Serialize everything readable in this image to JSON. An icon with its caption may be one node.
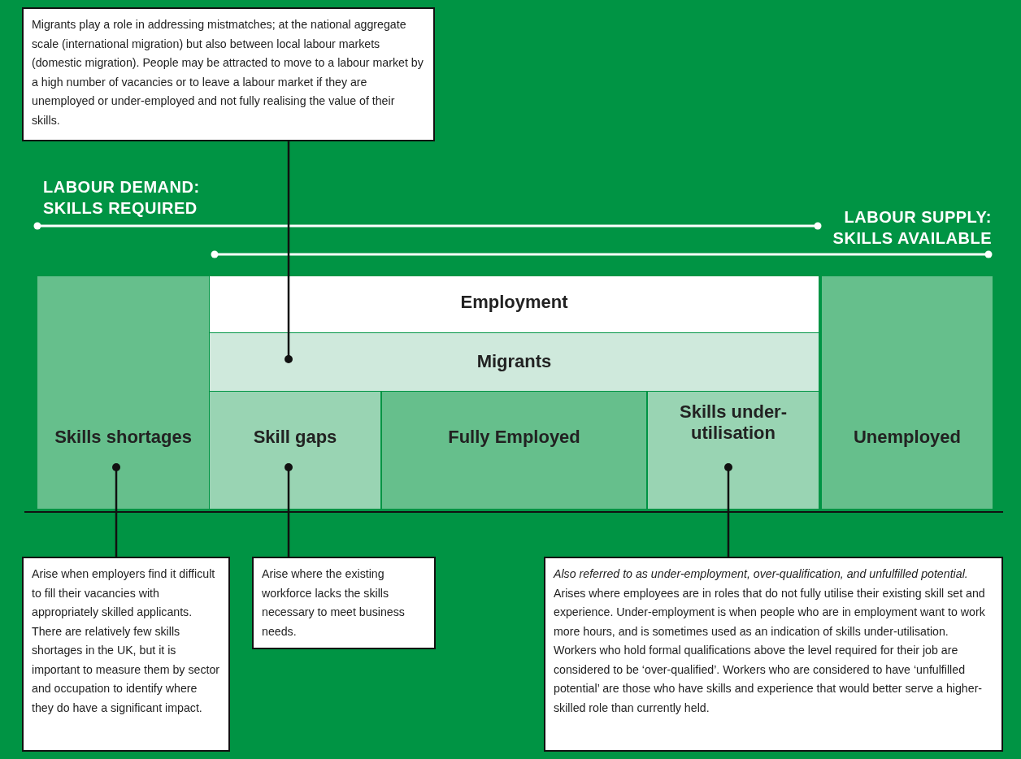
{
  "diagram": {
    "nodes": [
      {
        "text": [
          "Migrants play a role in addressing mistmatches; at the national aggregate scale (international migration) but also between local labour markets (domestic migration). People may be attracted to move to a labour market by a high number of vacancies or to leave a labour market if they are unemployed or under-employed and not fully realising the value of their skills."
        ]
      },
      {
        "text": [
          "Employment"
        ]
      },
      {
        "text": [
          "Migrants"
        ]
      },
      {
        "text": [
          "Skills shortages"
        ]
      },
      {
        "text": [
          "Skill gaps"
        ]
      },
      {
        "text": [
          "Fully Employed"
        ]
      },
      {
        "text": [
          "Skills under-utilisation"
        ]
      },
      {
        "text": [
          "Unemployed"
        ]
      },
      {
        "text": [
          "Arise when employers find it difficult to fill their vacancies with appropriately skilled applicants. There are relatively few skills shortages in the UK, but it is important to measure them by sector and occupation to identify where they do have a significant impact."
        ]
      },
      {
        "text": [
          "Arise where the existing workforce lacks the skills necessary to meet business needs."
        ]
      },
      {
        "text": [
          "*Also referred to as under-employment, over-qualification, and unfulfilled potential.* Arises where employees are in roles that do not fully utilise their existing skill set and experience. Under-employment is when people who are in employment want to work more hours, and is sometimes used as an indication of skills under-utilisation. Workers who hold formal qualifications above the level required for their job are considered to be ‘over-qualified’. Workers who are considered to have ‘unfulfilled potential’ are those who have skills and experience that would better serve a higher-skilled role than currently held."
        ]
      }
    ],
    "edges": [
      {
        "from": 0,
        "to": 2,
        "arrow": "other"
      },
      {
        "from": 8,
        "to": 3,
        "arrow": "other"
      },
      {
        "from": 9,
        "to": 4,
        "arrow": "other"
      },
      {
        "from": 10,
        "to": 6,
        "arrow": "other"
      }
    ],
    "labels": [
      "LABOUR DEMAND: SKILLS REQUIRED",
      "LABOUR SUPPLY: SKILLS AVAILABLE"
    ]
  }
}
